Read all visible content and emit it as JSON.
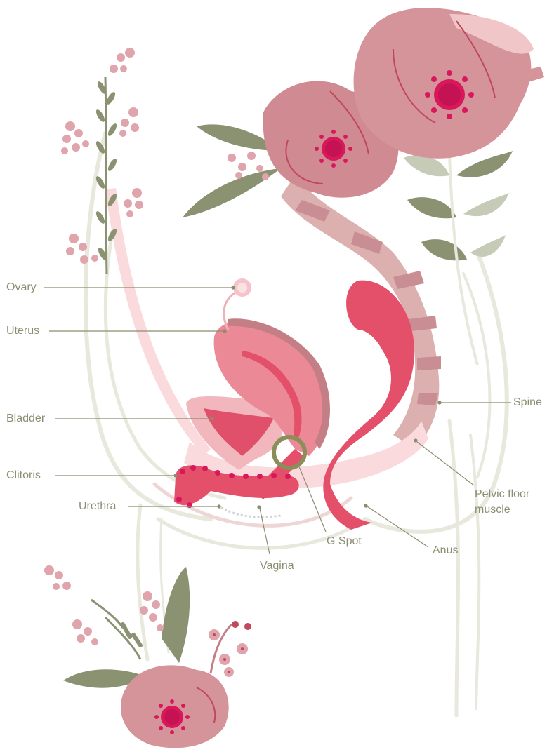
{
  "labels": {
    "ovary": "Ovary",
    "uterus": "Uterus",
    "bladder": "Bladder",
    "clitoris": "Clitoris",
    "urethra": "Urethra",
    "vagina": "Vagina",
    "g_spot": "G Spot",
    "anus": "Anus",
    "spine": "Spine",
    "pelvic_floor_muscle": "Pelvic floor muscle"
  },
  "colors": {
    "label_text": "#8a8e70",
    "leader_line": "#8a8e70",
    "pelvis_bone": "#e9e8dd",
    "soft_pink": "#fadadd",
    "uterus": "#eb8a96",
    "uterus_dark": "#c47e86",
    "bladder": "#f2b6bd",
    "vivid_red": "#e4506a",
    "spine": "#ddb0b0",
    "spine_disc": "#c98e94",
    "poppy_petal": "#d5939a",
    "poppy_petal_light": "#f0c6c8",
    "poppy_center": "#d9185c",
    "leaf_green": "#8a9272",
    "leaf_light": "#c6cbb8",
    "blossom": "#e0a4ad",
    "g_spot_ring": "#8a8e58"
  },
  "icons": [
    "poppy-flower-icon",
    "heather-sprig-icon",
    "leaf-icon",
    "cherry-blossom-icon"
  ]
}
